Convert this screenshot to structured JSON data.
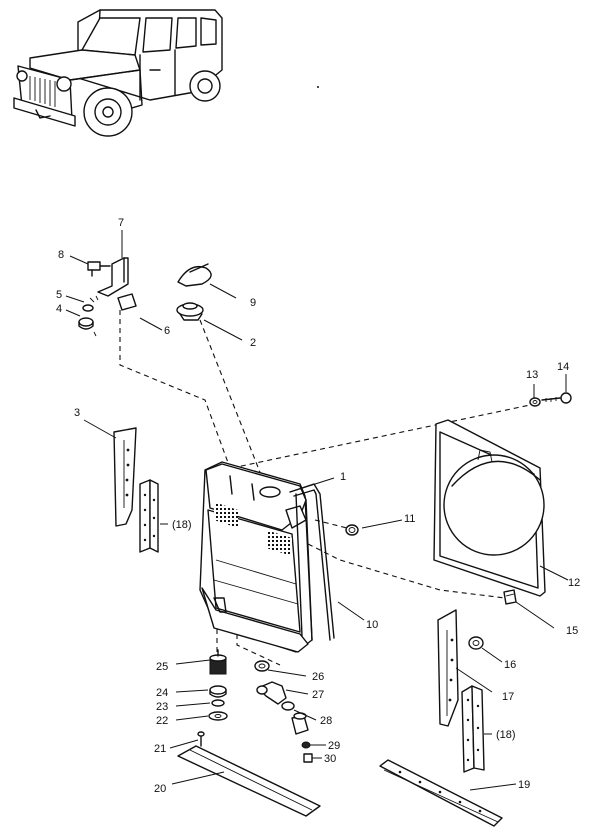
{
  "labels": {
    "p1": "1",
    "p2": "2",
    "p3": "3",
    "p4": "4",
    "p5": "5",
    "p6": "6",
    "p7": "7",
    "p8": "8",
    "p9": "9",
    "p10": "10",
    "p11": "11",
    "p12": "12",
    "p13": "13",
    "p14": "14",
    "p15": "15",
    "p16": "16",
    "p17": "17",
    "p18a": "(18)",
    "p18b": "(18)",
    "p19": "19",
    "p20": "20",
    "p21": "21",
    "p22": "22",
    "p23": "23",
    "p24": "24",
    "p25": "25",
    "p26": "26",
    "p27": "27",
    "p28": "28",
    "p29": "29",
    "p30": "30"
  }
}
